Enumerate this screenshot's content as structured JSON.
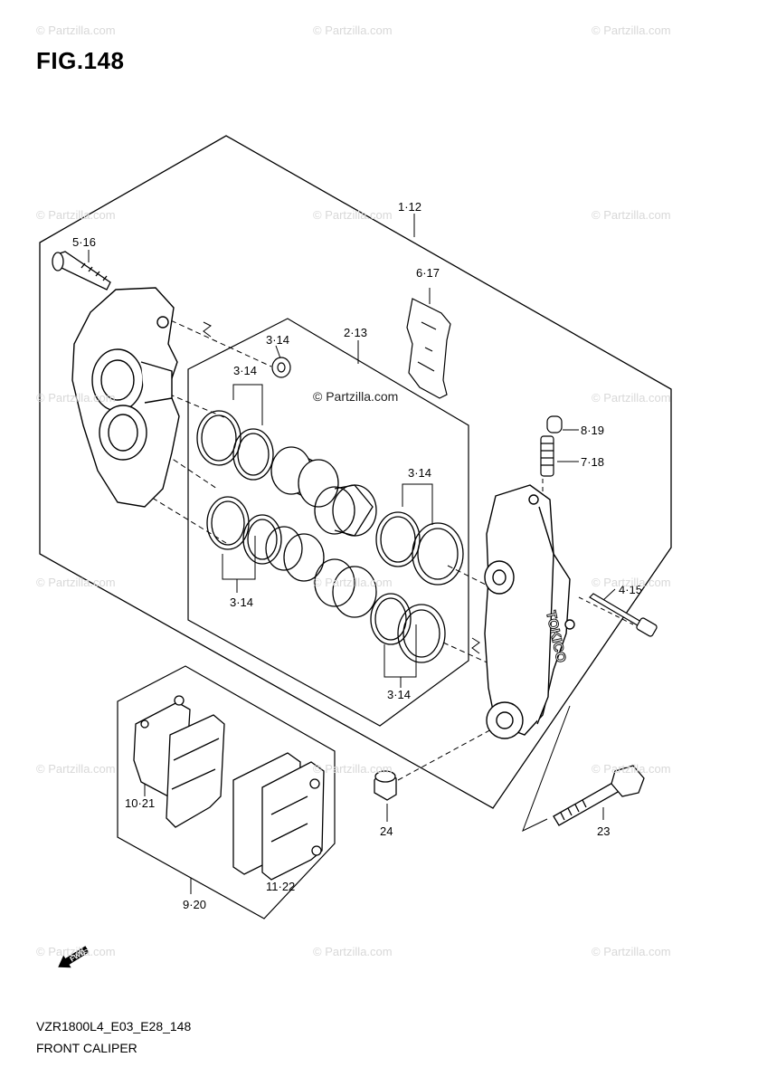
{
  "figure": {
    "title": "FIG.148",
    "model_code": "VZR1800L4_E03_E28_148",
    "name": "FRONT CALIPER"
  },
  "watermark": {
    "text": "© Partzilla.com",
    "center_text": "© Partzilla.com"
  },
  "callouts": {
    "c1_12": "1·12",
    "c2_13": "2·13",
    "c3_14a": "3·14",
    "c3_14b": "3·14",
    "c3_14c": "3·14",
    "c3_14d": "3·14",
    "c3_14e": "3·14",
    "c4_15": "4·15",
    "c5_16": "5·16",
    "c6_17": "6·17",
    "c7_18": "7·18",
    "c8_19": "8·19",
    "c9_20": "9·20",
    "c10_21": "10·21",
    "c11_22": "11·22",
    "c23": "23",
    "c24": "24"
  },
  "marks": {
    "caliper_brand": "TOKICO",
    "direction_arrow": "FWD"
  },
  "icons": {
    "forward": "fwd-arrow-icon"
  }
}
